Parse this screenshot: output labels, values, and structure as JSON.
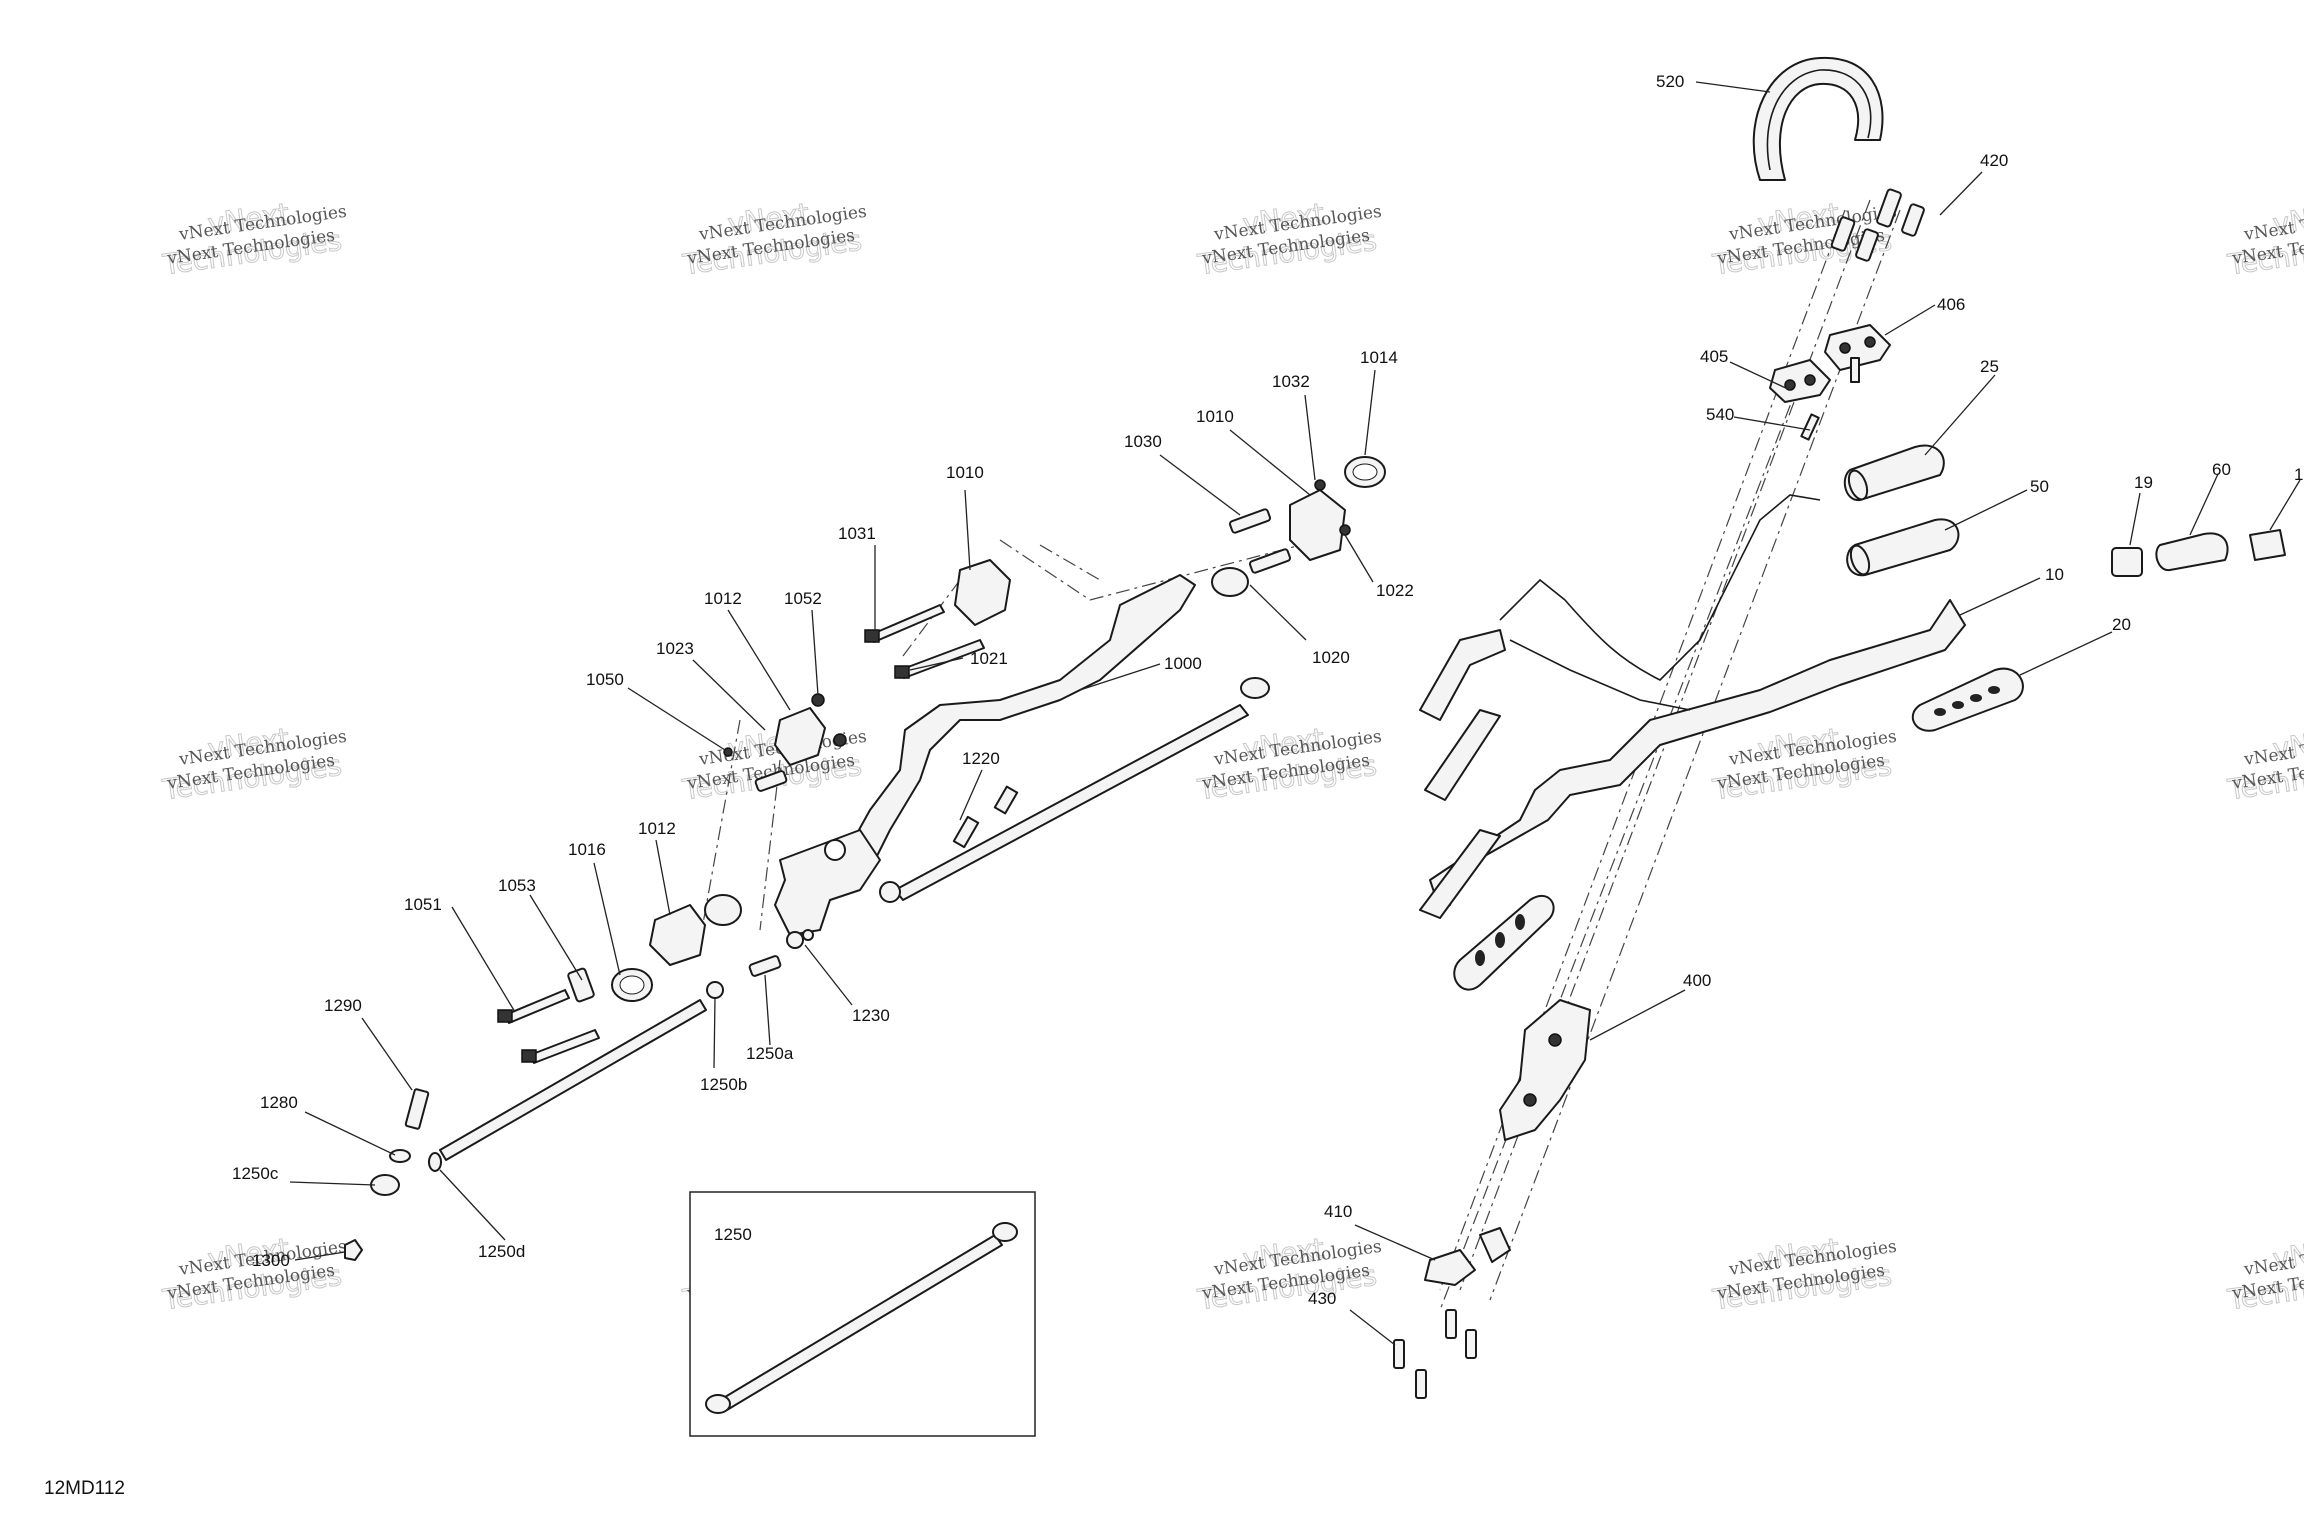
{
  "drawing_code": "12MD112",
  "watermark": {
    "line1": "vNext Technologies",
    "line2": "Technologies",
    "overlay": "vNext"
  },
  "inset": {
    "title": "1250"
  },
  "callouts": [
    {
      "id": "520",
      "text": "520"
    },
    {
      "id": "420",
      "text": "420"
    },
    {
      "id": "406",
      "text": "406"
    },
    {
      "id": "405",
      "text": "405"
    },
    {
      "id": "540",
      "text": "540"
    },
    {
      "id": "25",
      "text": "25"
    },
    {
      "id": "50",
      "text": "50"
    },
    {
      "id": "10",
      "text": "10"
    },
    {
      "id": "19",
      "text": "19"
    },
    {
      "id": "60",
      "text": "60"
    },
    {
      "id": "edge-1",
      "text": "1"
    },
    {
      "id": "20",
      "text": "20"
    },
    {
      "id": "400",
      "text": "400"
    },
    {
      "id": "410",
      "text": "410"
    },
    {
      "id": "430",
      "text": "430"
    },
    {
      "id": "1014",
      "text": "1014"
    },
    {
      "id": "1032",
      "text": "1032"
    },
    {
      "id": "1010-a",
      "text": "1010"
    },
    {
      "id": "1030",
      "text": "1030"
    },
    {
      "id": "1010-b",
      "text": "1010"
    },
    {
      "id": "1022",
      "text": "1022"
    },
    {
      "id": "1020",
      "text": "1020"
    },
    {
      "id": "1031",
      "text": "1031"
    },
    {
      "id": "1021",
      "text": "1021"
    },
    {
      "id": "1000",
      "text": "1000"
    },
    {
      "id": "1012-a",
      "text": "1012"
    },
    {
      "id": "1052",
      "text": "1052"
    },
    {
      "id": "1023",
      "text": "1023"
    },
    {
      "id": "1050",
      "text": "1050"
    },
    {
      "id": "1220",
      "text": "1220"
    },
    {
      "id": "1012-b",
      "text": "1012"
    },
    {
      "id": "1016",
      "text": "1016"
    },
    {
      "id": "1053",
      "text": "1053"
    },
    {
      "id": "1051",
      "text": "1051"
    },
    {
      "id": "1230",
      "text": "1230"
    },
    {
      "id": "1250a",
      "text": "1250a"
    },
    {
      "id": "1250b",
      "text": "1250b"
    },
    {
      "id": "1290",
      "text": "1290"
    },
    {
      "id": "1280",
      "text": "1280"
    },
    {
      "id": "1250c",
      "text": "1250c"
    },
    {
      "id": "1250d",
      "text": "1250d"
    },
    {
      "id": "1300",
      "text": "1300"
    }
  ]
}
